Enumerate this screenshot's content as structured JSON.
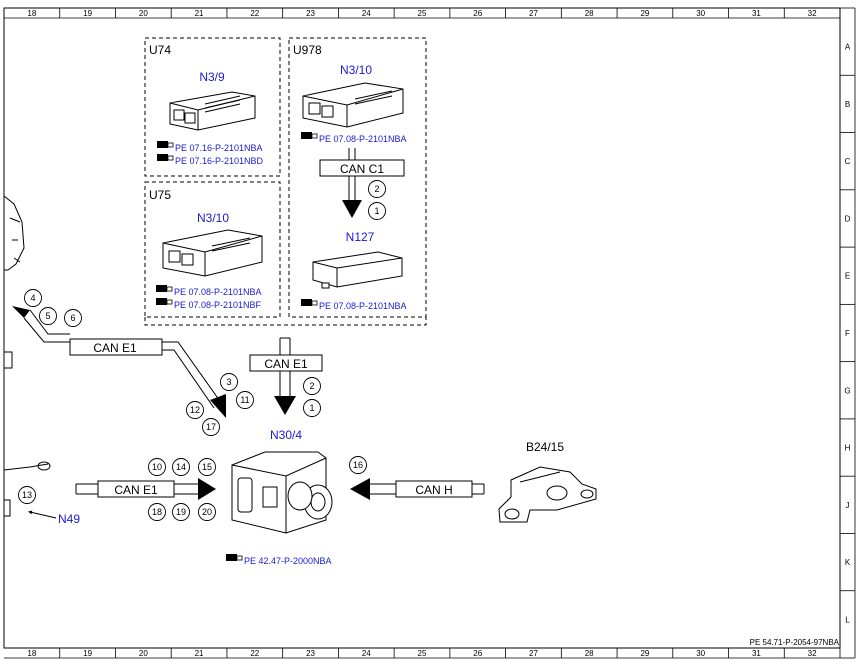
{
  "border": {
    "columns": [
      "18",
      "19",
      "20",
      "21",
      "22",
      "23",
      "24",
      "25",
      "26",
      "27",
      "28",
      "29",
      "30",
      "31",
      "32"
    ],
    "rows": [
      "A",
      "B",
      "C",
      "D",
      "E",
      "F",
      "G",
      "H",
      "J",
      "K",
      "L"
    ]
  },
  "groups": {
    "u74": "U74",
    "u75": "U75",
    "u978": "U978"
  },
  "components": {
    "n3_9": "N3/9",
    "n3_10_u75": "N3/10",
    "n3_10_u978": "N3/10",
    "n127": "N127",
    "n30_4": "N30/4",
    "b24_15": "B24/15",
    "n49": "N49"
  },
  "references": {
    "u74_1": "PE 07.16-P-2101NBA",
    "u74_2": "PE 07.16-P-2101NBD",
    "u75_1": "PE 07.08-P-2101NBA",
    "u75_2": "PE 07.08-P-2101NBF",
    "u978_1": "PE 07.08-P-2101NBA",
    "n127": "PE 07.08-P-2101NBA",
    "n30_4": "PE 42.47-P-2000NBA"
  },
  "buses": {
    "can_c1": "CAN C1",
    "can_e1_top": "CAN E1",
    "can_e1_left": "CAN E1",
    "can_e1_bottom": "CAN E1",
    "can_h": "CAN H"
  },
  "pins": {
    "c1_a": "2",
    "c1_b": "1",
    "e1_top_a": "2",
    "e1_top_b": "1",
    "left_4": "4",
    "left_5": "5",
    "left_6": "6",
    "mid_3": "3",
    "mid_11": "11",
    "mid_12": "12",
    "mid_17": "17",
    "bot_10": "10",
    "bot_14": "14",
    "bot_15": "15",
    "bot_18": "18",
    "bot_19": "19",
    "bot_20": "20",
    "pin_16": "16",
    "pin_13": "13"
  },
  "footer_ref": "PE 54.71-P-2054-97NBA",
  "colors": {
    "component_label": "#1a1ad4",
    "line": "#000000"
  }
}
